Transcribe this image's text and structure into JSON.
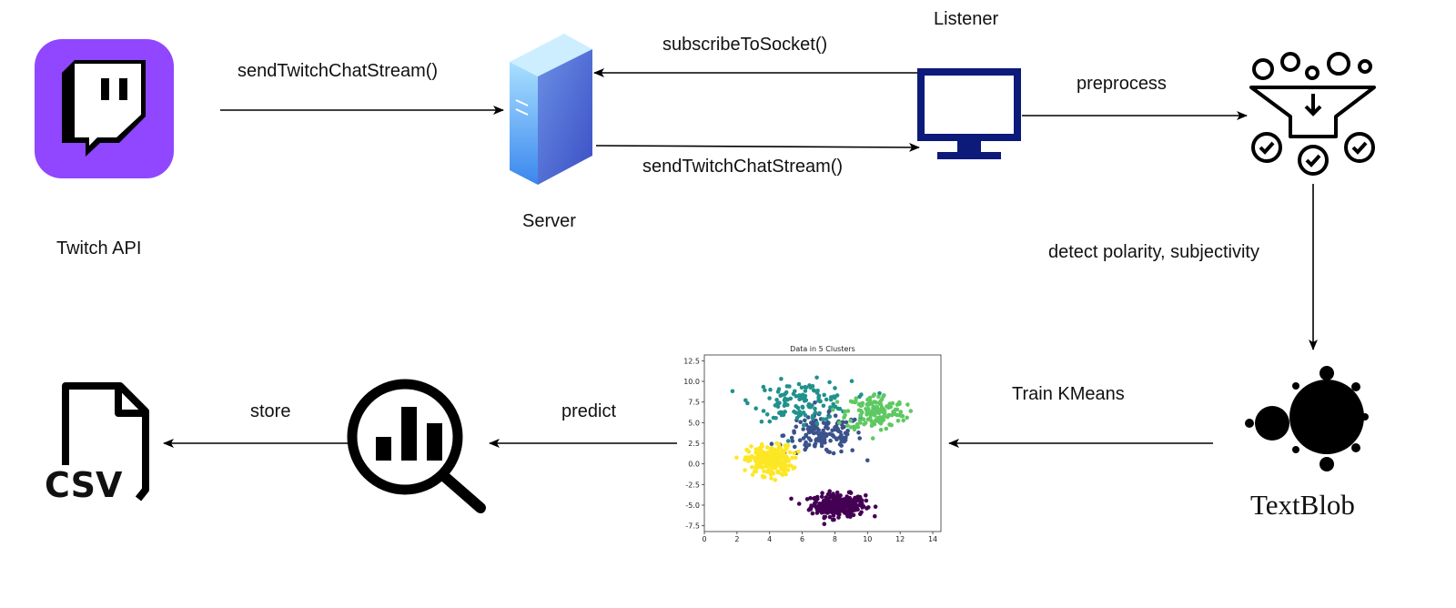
{
  "colors": {
    "twitch": "#9146ff",
    "server_light": "#9fdcff",
    "server_dark": "#3f6ad8",
    "monitor": "#0c1a7a",
    "line": "#000000",
    "clusters": [
      "#440154",
      "#3b528b",
      "#21918c",
      "#5ec962",
      "#fde725"
    ]
  },
  "icons": {
    "twitch": "twitch-logo-icon",
    "server": "server-icon",
    "monitor": "monitor-icon",
    "filter": "filter-funnel-icon",
    "textblob": "textblob-mandelbrot-icon",
    "analytics": "magnifier-bar-chart-icon",
    "csv": "csv-file-icon"
  },
  "nodes": {
    "twitch": "Twitch API",
    "server": "Server",
    "listener": "Listener",
    "textblob": "TextBlob"
  },
  "edges": {
    "twitch_to_server": "sendTwitchChatStream()",
    "listener_to_server": "subscribeToSocket()",
    "server_to_listener": "sendTwitchChatStream()",
    "listener_to_filter": "preprocess",
    "filter_to_textblob": "detect polarity, subjectivity",
    "textblob_to_kmeans": "Train KMeans",
    "kmeans_to_analytics": "predict",
    "analytics_to_csv": "store"
  },
  "csv_label": "CSV",
  "chart_data": {
    "type": "scatter",
    "title": "Data in 5 Clusters",
    "xlabel": "",
    "ylabel": "",
    "xlim": [
      0,
      14.5
    ],
    "ylim": [
      -8.2,
      13.2
    ],
    "xticks": [
      0,
      2,
      4,
      6,
      8,
      10,
      12,
      14
    ],
    "yticks": [
      -7.5,
      -5.0,
      -2.5,
      0.0,
      2.5,
      5.0,
      7.5,
      10.0,
      12.5
    ],
    "grid": false,
    "clusters": [
      {
        "center": [
          8.2,
          -5.0
        ],
        "spread": [
          1.1,
          0.9
        ],
        "points": 300
      },
      {
        "center": [
          7.3,
          3.5
        ],
        "spread": [
          1.6,
          1.6
        ],
        "points": 150
      },
      {
        "center": [
          6.0,
          7.6
        ],
        "spread": [
          2.0,
          1.6
        ],
        "points": 130
      },
      {
        "center": [
          10.5,
          6.3
        ],
        "spread": [
          1.2,
          1.5
        ],
        "points": 160
      },
      {
        "center": [
          4.0,
          0.4
        ],
        "spread": [
          0.9,
          1.2
        ],
        "points": 250
      }
    ]
  }
}
